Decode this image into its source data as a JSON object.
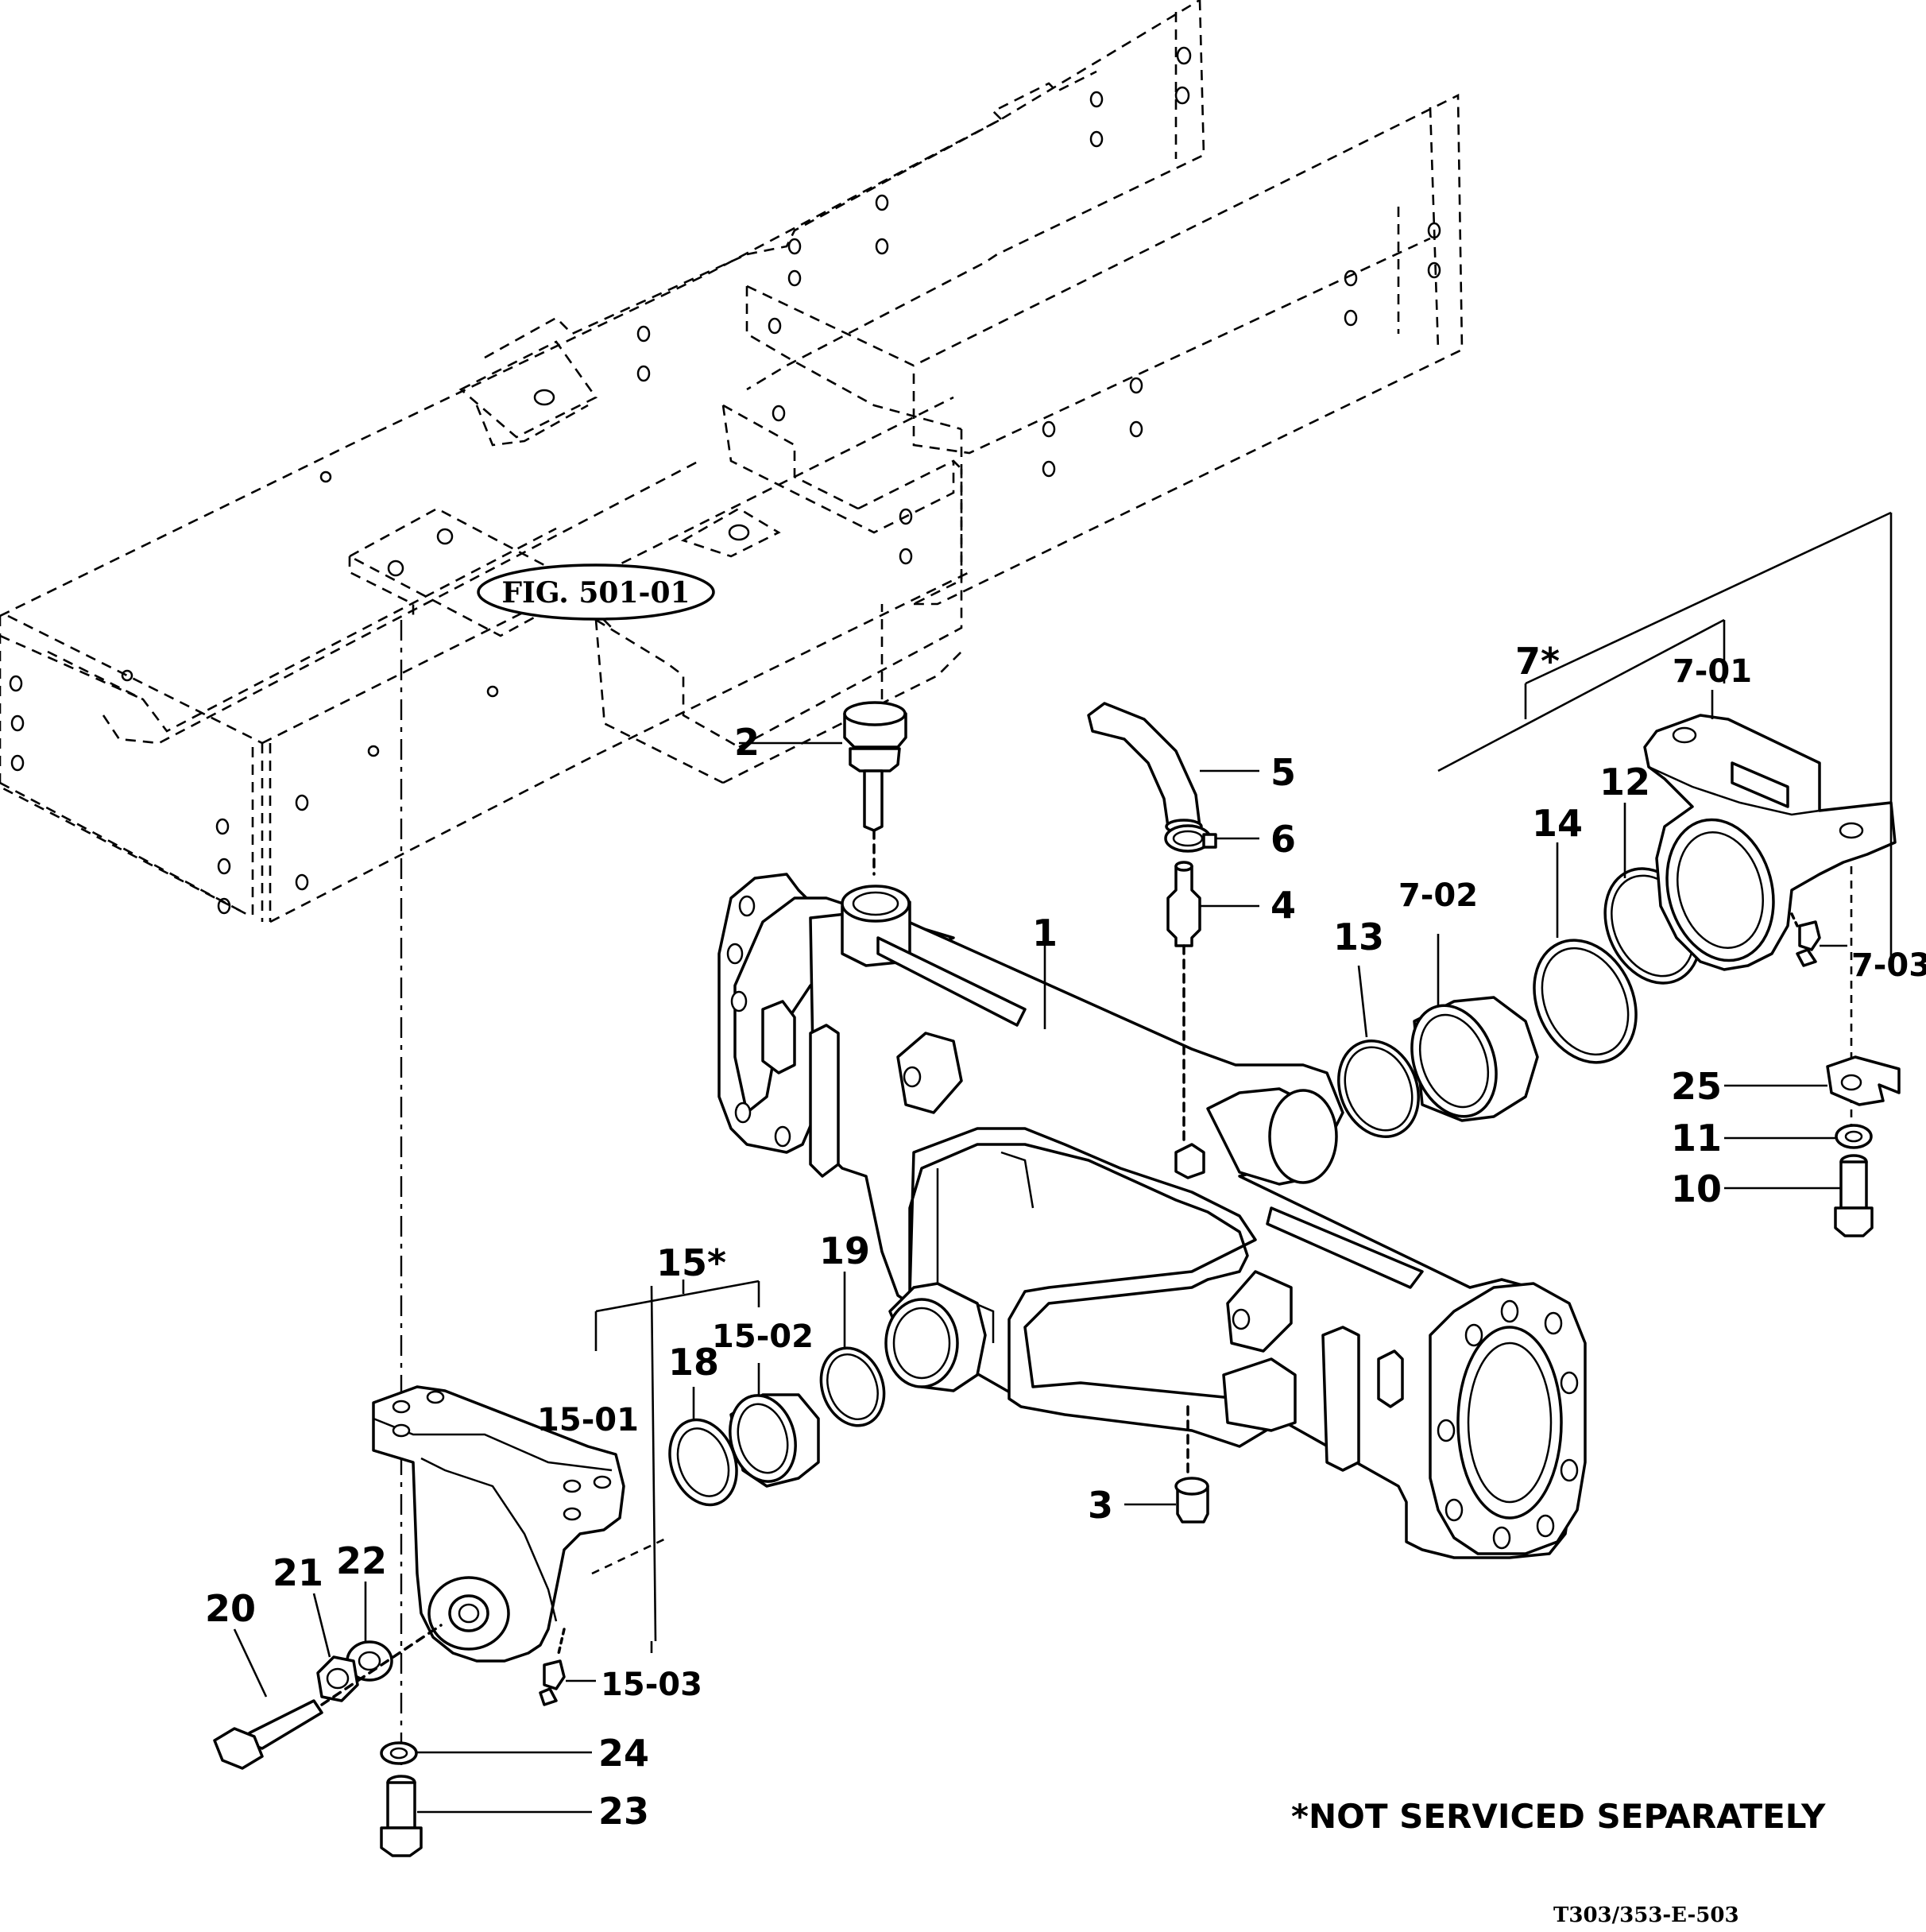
{
  "figure_reference": "FIG. 501-01",
  "footnote": "*NOT SERVICED SEPARATELY",
  "drawing_code": "T303/353-E-503",
  "callouts": {
    "c1": "1",
    "c2": "2",
    "c3": "3",
    "c4": "4",
    "c5": "5",
    "c6": "6",
    "c7": "7*",
    "c7_01": "7-01",
    "c7_02": "7-02",
    "c7_03": "7-03",
    "c10": "10",
    "c11": "11",
    "c12": "12",
    "c13": "13",
    "c14": "14",
    "c15": "15*",
    "c15_01": "15-01",
    "c15_02": "15-02",
    "c15_03": "15-03",
    "c18": "18",
    "c19": "19",
    "c20": "20",
    "c21": "21",
    "c22": "22",
    "c23": "23",
    "c24": "24",
    "c25": "25"
  }
}
